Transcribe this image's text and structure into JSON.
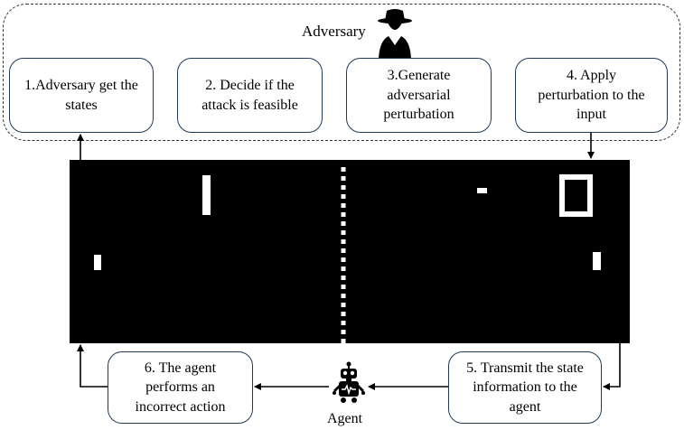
{
  "adversary": {
    "title": "Adversary",
    "icon": "spy-icon"
  },
  "steps": {
    "s1": [
      "1.Adversary get the",
      "states"
    ],
    "s2": [
      "2. Decide if the",
      "attack is feasible"
    ],
    "s3": [
      "3.Generate",
      "adversarial",
      "perturbation"
    ],
    "s4": [
      "4. Apply",
      "perturbation to the",
      "input"
    ],
    "s5": [
      "5. Transmit the state",
      "information to the",
      "agent"
    ],
    "s6": [
      "6. The agent",
      "performs an",
      "incorrect action"
    ]
  },
  "agent": {
    "label": "Agent",
    "icon": "robot-icon"
  },
  "game": {
    "name": "pong-game-frame",
    "background": "#000000",
    "foreground": "#ffffff"
  },
  "colors": {
    "box_border": "#1f3a57",
    "frame_border": "#333333"
  }
}
